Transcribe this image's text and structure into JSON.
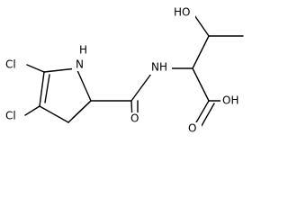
{
  "diagram": {
    "atoms": {
      "cl_upper": "Cl",
      "cl_lower": "Cl",
      "pyrrole_nh": "NH",
      "pyrrole_h": "H",
      "pyrrole_n": "N",
      "amide_nh": "NH",
      "carbonyl_o_amide": "O",
      "hydroxyl": "HO",
      "carboxyl_o": "O",
      "carboxyl_oh": "OH"
    }
  }
}
